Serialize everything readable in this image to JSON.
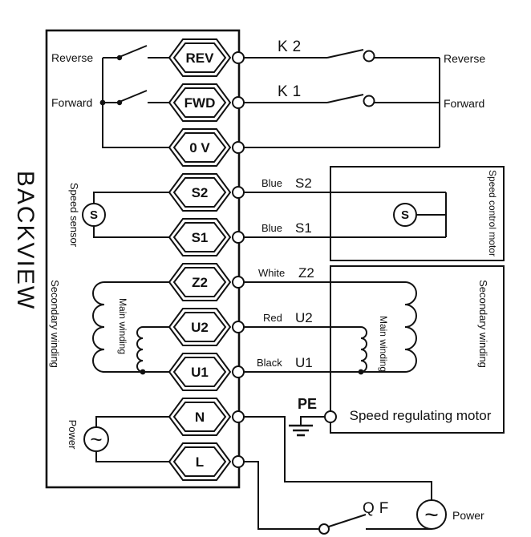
{
  "title": "BACKVIEW",
  "terminals": [
    "REV",
    "FWD",
    "0 V",
    "S2",
    "S1",
    "Z2",
    "U2",
    "U1",
    "N",
    "L"
  ],
  "left_panel": {
    "reverse_label": "Reverse",
    "forward_label": "Forward",
    "speed_sensor_label": "Speed sensor",
    "secondary_winding_label": "Secondary winding",
    "main_winding_label": "Main winding",
    "power_label": "Power",
    "sensor_symbol": "S",
    "power_symbol": "~"
  },
  "right_panel": {
    "k2_label": "K2",
    "k1_label": "K1",
    "reverse_label": "Reverse",
    "forward_label": "Forward",
    "wire_labels": [
      {
        "color": "Blue",
        "code": "S2"
      },
      {
        "color": "Blue",
        "code": "S1"
      },
      {
        "color": "White",
        "code": "Z2"
      },
      {
        "color": "Red",
        "code": "U2"
      },
      {
        "color": "Black",
        "code": "U1"
      }
    ],
    "speed_control_motor_label": "Speed control motor",
    "motor_symbol": "S",
    "speed_regulating_motor_label": "Speed regulating motor",
    "main_winding_label": "Main winding",
    "secondary_winding_label": "Secondary winding",
    "pe_label": "PE",
    "qf_label": "QF",
    "power_label": "Power",
    "power_symbol": "~"
  },
  "colors": {
    "line": "#111111",
    "background": "#ffffff"
  }
}
